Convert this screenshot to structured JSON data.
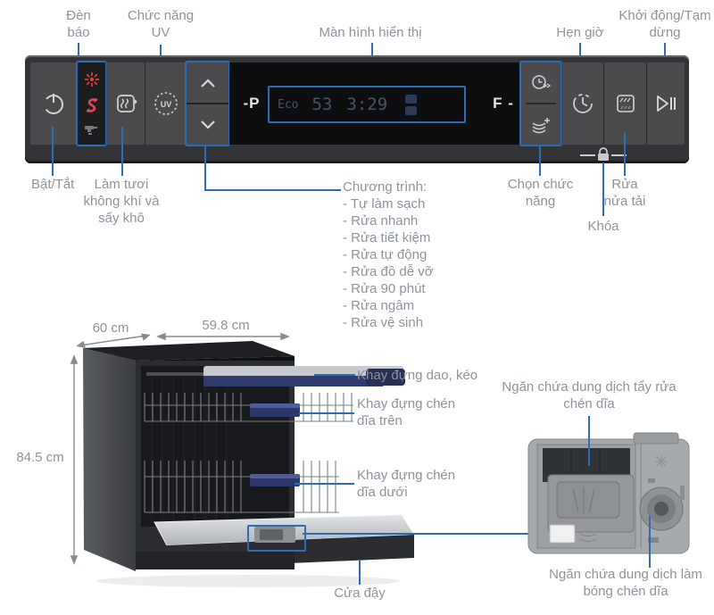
{
  "colors": {
    "accent_blue": "#2e6db6",
    "label_gray": "#8d939c",
    "icon_red": "#e23c3c",
    "panel_bg": "#333437"
  },
  "top_callouts": {
    "indicator": "Đèn báo",
    "uv": "Chức năng UV",
    "display": "Màn hình hiển thị",
    "timer": "Hẹn giờ",
    "start": "Khởi động/Tạm dừng"
  },
  "bottom_callouts": {
    "power": "Bật/Tắt",
    "airdry": "Làm tươi không khí và sấy khô",
    "function": "Chọn chức năng",
    "halfload": "Rửa nửa tải",
    "lock": "Khóa"
  },
  "panel": {
    "p_label": "-P",
    "f_label": "F -",
    "uv_text": "UV",
    "display": {
      "program": "Eco",
      "value": "53",
      "time": "3:29"
    }
  },
  "programs": {
    "title": "Chương trình:",
    "items": [
      "- Tự làm sạch",
      "- Rửa nhanh",
      "- Rửa tiết kiệm",
      "- Rửa tự động",
      "- Rửa đồ dễ vỡ",
      "- Rửa 90 phút",
      "- Rửa ngâm",
      "- Rửa vệ sinh"
    ]
  },
  "dimensions": {
    "depth": "60 cm",
    "width": "59.8 cm",
    "height": "84.5 cm"
  },
  "machine_callouts": {
    "cutlery_tray": "Khay đựng dao, kéo",
    "upper_rack": "Khay đựng chén dĩa trên",
    "lower_rack": "Khay đựng chén dĩa dưới",
    "door": "Cửa đậy"
  },
  "dispenser_callouts": {
    "detergent": "Ngăn chứa dung dịch tẩy rửa chén dĩa",
    "rinse_aid": "Ngăn chứa dung dịch làm bóng chén dĩa"
  }
}
